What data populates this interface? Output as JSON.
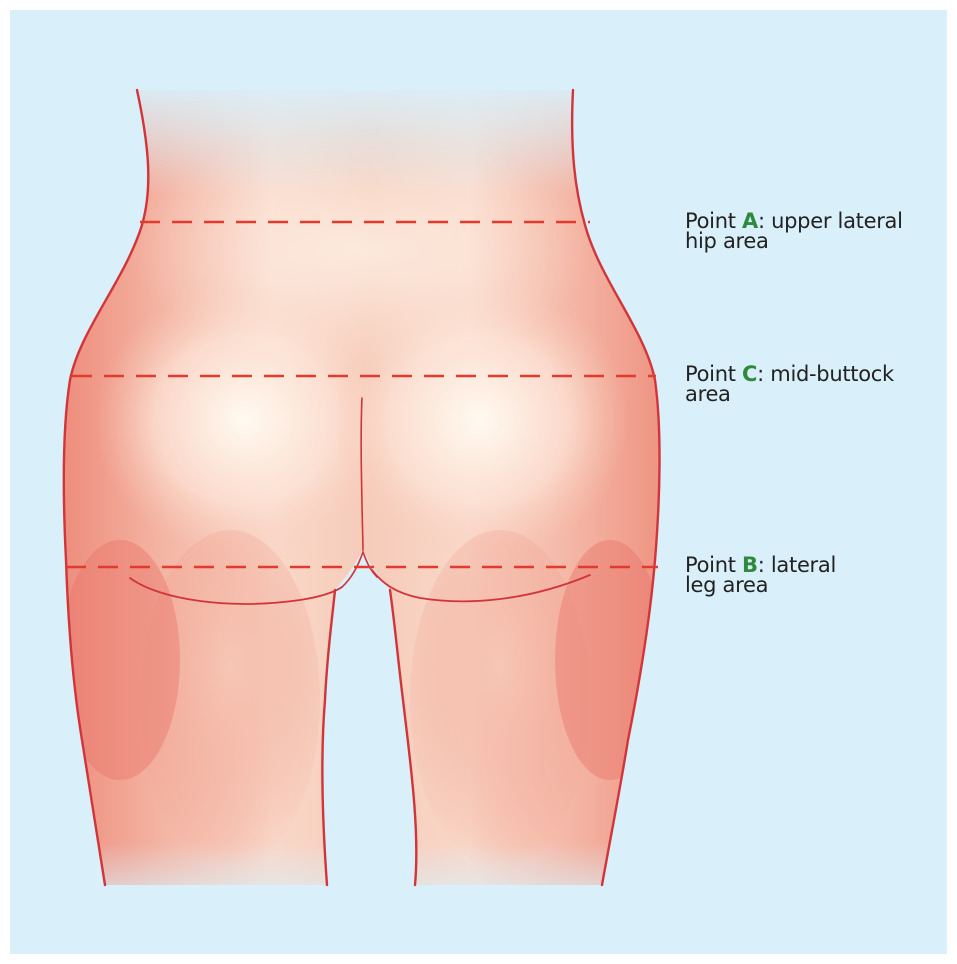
{
  "labels": {
    "a": {
      "prefix": "Point ",
      "letter": "A",
      "rest": ": upper lateral",
      "line2": "hip area"
    },
    "c": {
      "prefix": "Point ",
      "letter": "C",
      "rest": ": mid-buttock",
      "line2": "area"
    },
    "b": {
      "prefix": "Point ",
      "letter": "B",
      "rest": ": lateral",
      "line2": "leg area"
    }
  },
  "colors": {
    "background": "#d9eff9",
    "outline": "#d1353a",
    "dashed_line": "#e23a2f",
    "point_letter": "#2f8a3e",
    "skin_light": "#fff6ea",
    "skin_mid": "#f7c7b6",
    "skin_dark": "#ec8b7b"
  }
}
